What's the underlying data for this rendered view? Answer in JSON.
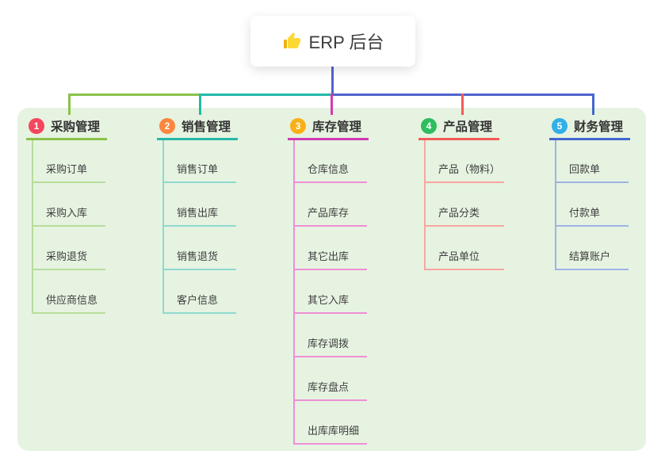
{
  "root": {
    "label": "ERP 后台",
    "icon": "thumbs-up-icon"
  },
  "colors": {
    "panel_background": "#e6f3e1",
    "root_connector": "#5163cc",
    "branch_accents": [
      "#8ac24a",
      "#24b9a9",
      "#d23ab2",
      "#f25b57",
      "#4467d0"
    ],
    "branch_light_lines": [
      "#b7dd9b",
      "#8fd9cf",
      "#ee8fd5",
      "#f8a7a2",
      "#9fb2e6"
    ],
    "badge_colors": [
      "#f5465d",
      "#f9873f",
      "#f9b016",
      "#2ebd5f",
      "#32b0e6"
    ]
  },
  "branches": [
    {
      "number": "1",
      "label": "采购管理",
      "children": [
        "采购订单",
        "采购入库",
        "采购退货",
        "供应商信息"
      ]
    },
    {
      "number": "2",
      "label": "销售管理",
      "children": [
        "销售订单",
        "销售出库",
        "销售退货",
        "客户信息"
      ]
    },
    {
      "number": "3",
      "label": "库存管理",
      "children": [
        "仓库信息",
        "产品库存",
        "其它出库",
        "其它入库",
        "库存调拨",
        "库存盘点",
        "出库库明细"
      ]
    },
    {
      "number": "4",
      "label": "产品管理",
      "children": [
        "产品（物料）",
        "产品分类",
        "产品单位"
      ]
    },
    {
      "number": "5",
      "label": "财务管理",
      "children": [
        "回款单",
        "付款单",
        "结算账户"
      ]
    }
  ]
}
